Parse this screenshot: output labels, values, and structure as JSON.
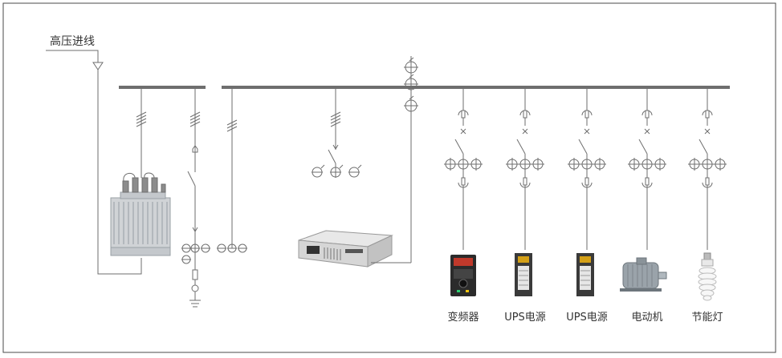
{
  "title": "高压进线",
  "loads": [
    {
      "label": "变频器",
      "kind": "inverter"
    },
    {
      "label": "UPS电源",
      "kind": "ups"
    },
    {
      "label": "UPS电源",
      "kind": "ups"
    },
    {
      "label": "电动机",
      "kind": "motor"
    },
    {
      "label": "节能灯",
      "kind": "lamp"
    }
  ],
  "colors": {
    "line": "#6e6e6e",
    "frame": "#4a4a4a",
    "text": "#333333"
  }
}
